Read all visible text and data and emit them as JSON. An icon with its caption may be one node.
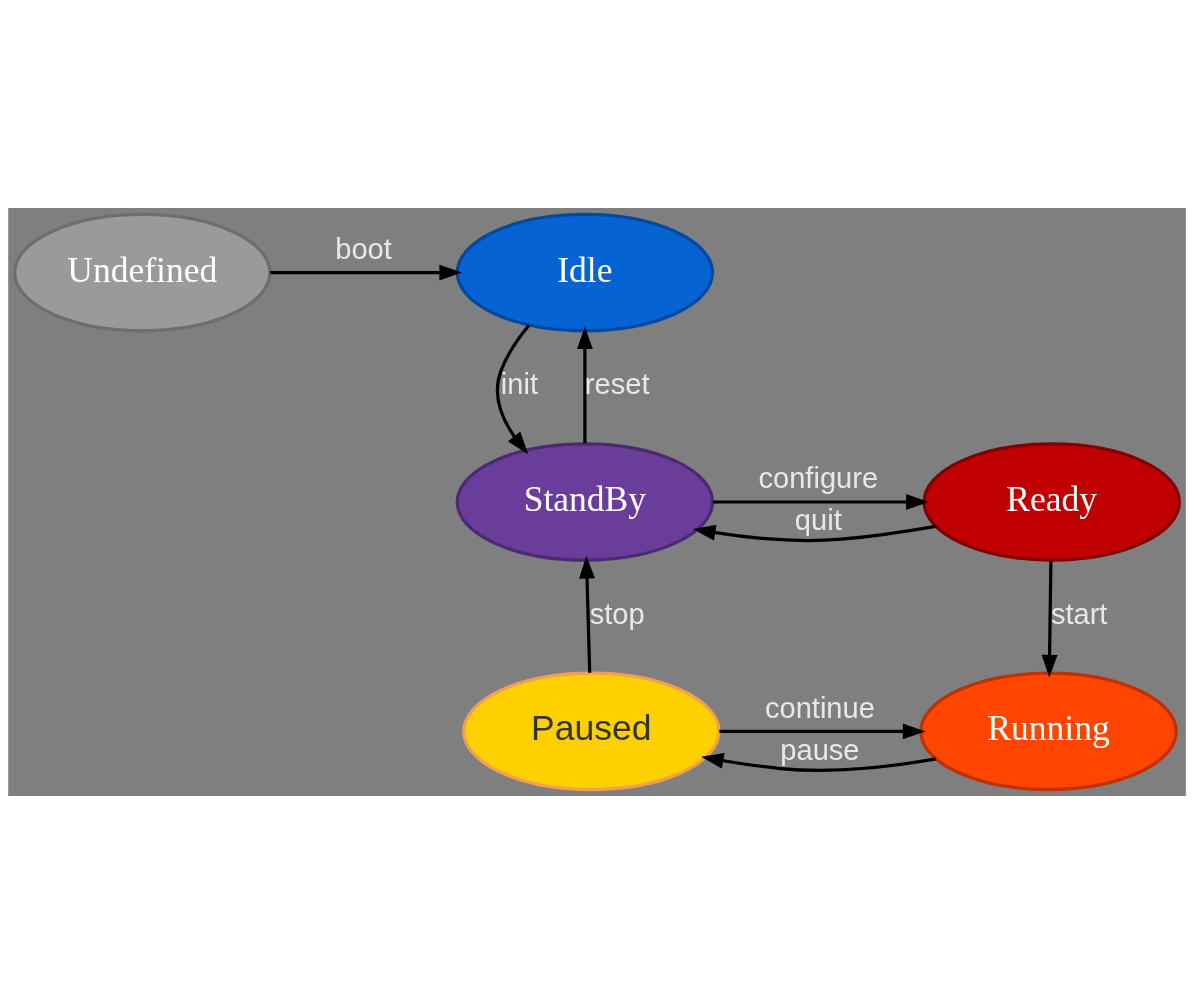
{
  "diagram": {
    "nodes": [
      {
        "text": [
          "Undefined"
        ]
      },
      {
        "text": [
          "Idle"
        ]
      },
      {
        "text": [
          "StandBy"
        ]
      },
      {
        "text": [
          "Ready"
        ]
      },
      {
        "text": [
          "Running"
        ]
      },
      {
        "text": [
          "Paused"
        ]
      }
    ],
    "edges": [
      {
        "from": 0,
        "to": 1,
        "arrow": "to",
        "label": "boot"
      },
      {
        "from": 1,
        "to": 2,
        "arrow": "to",
        "label": "init"
      },
      {
        "from": 2,
        "to": 1,
        "arrow": "to",
        "label": "reset"
      },
      {
        "from": 2,
        "to": 3,
        "arrow": "to",
        "label": "configure"
      },
      {
        "from": 3,
        "to": 2,
        "arrow": "to",
        "label": "quit"
      },
      {
        "from": 3,
        "to": 4,
        "arrow": "to",
        "label": "start"
      },
      {
        "from": 4,
        "to": 5,
        "arrow": "to",
        "label": "pause"
      },
      {
        "from": 5,
        "to": 4,
        "arrow": "to",
        "label": "continue"
      },
      {
        "from": 5,
        "to": 2,
        "arrow": "to",
        "label": "stop"
      }
    ]
  }
}
